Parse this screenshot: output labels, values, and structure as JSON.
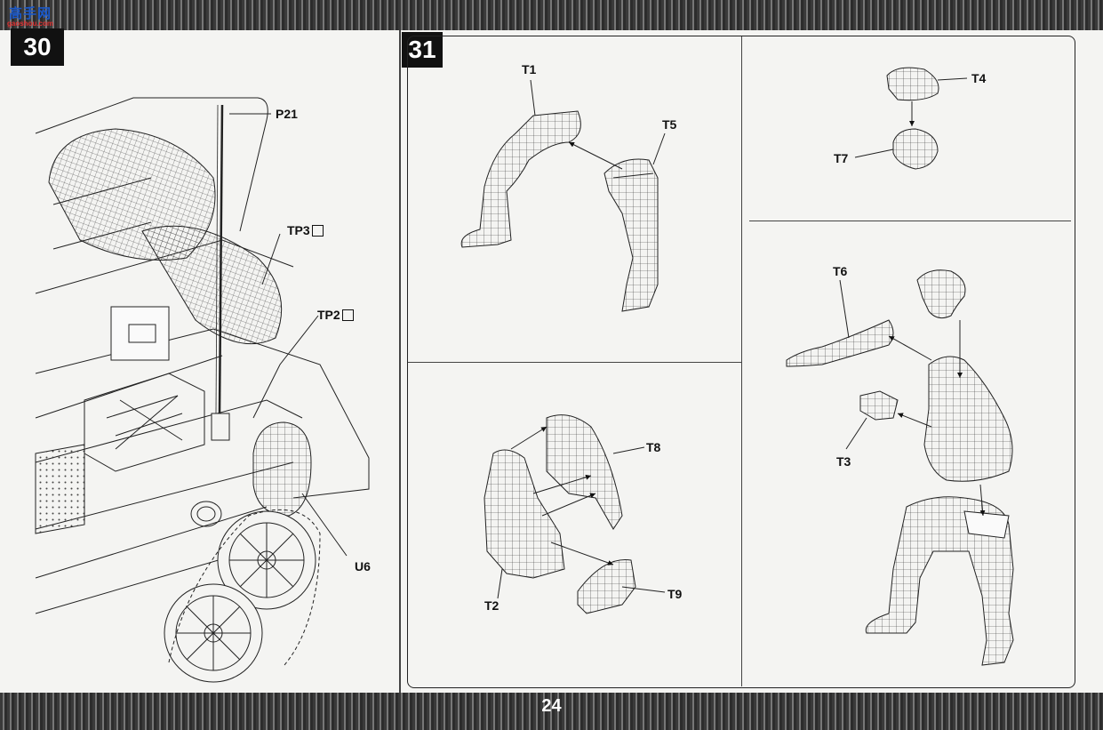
{
  "header": {
    "logo_title": "高手网",
    "logo_sub": "gaoshou.com"
  },
  "steps": {
    "left": "30",
    "right": "31"
  },
  "step30_labels": {
    "p21": "P21",
    "tp3": "TP3",
    "tp2": "TP2",
    "u6": "U6"
  },
  "step31_labels": {
    "t1": "T1",
    "t5": "T5",
    "t4": "T4",
    "t7": "T7",
    "t8": "T8",
    "t2": "T2",
    "t9": "T9",
    "t6": "T6",
    "t3": "T3"
  },
  "footer": {
    "page_number": "24"
  }
}
